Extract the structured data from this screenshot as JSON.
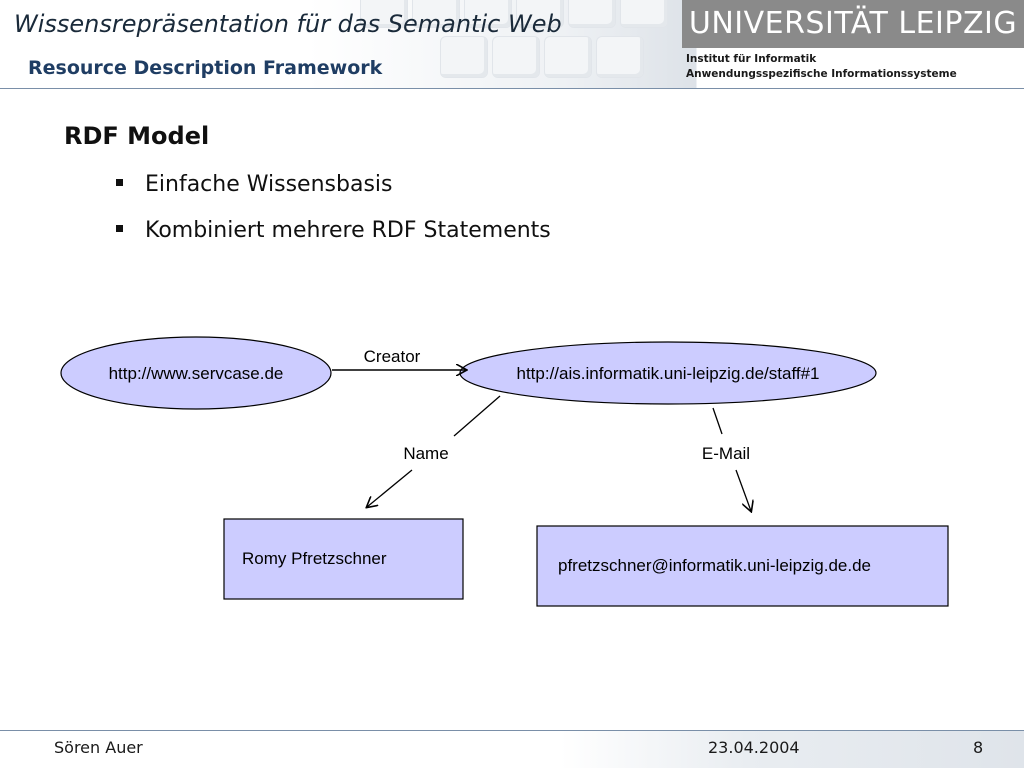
{
  "header": {
    "title": "Wissensrepräsentation für das Semantic Web",
    "subtitle": "Resource Description Framework",
    "logo_text": "UNIVERSITÄT LEIPZIG",
    "institute_line1": "Institut für Informatik",
    "institute_line2": "Anwendungsspezifische Informationssysteme"
  },
  "content": {
    "heading": "RDF Model",
    "bullets": [
      "Einfache Wissensbasis",
      "Kombiniert mehrere RDF Statements"
    ]
  },
  "diagram": {
    "nodes": {
      "subject": "http://www.servcase.de",
      "creator_object": "http://ais.informatik.uni-leipzig.de/staff#1",
      "name_literal": "Romy Pfretzschner",
      "email_literal": "pfretzschner@informatik.uni-leipzig.de.de"
    },
    "edges": {
      "creator": "Creator",
      "name": "Name",
      "email": "E-Mail"
    },
    "colors": {
      "node_fill": "#ccccff",
      "stroke": "#000000"
    }
  },
  "footer": {
    "author": "Sören Auer",
    "date": "23.04.2004",
    "page": "8"
  }
}
